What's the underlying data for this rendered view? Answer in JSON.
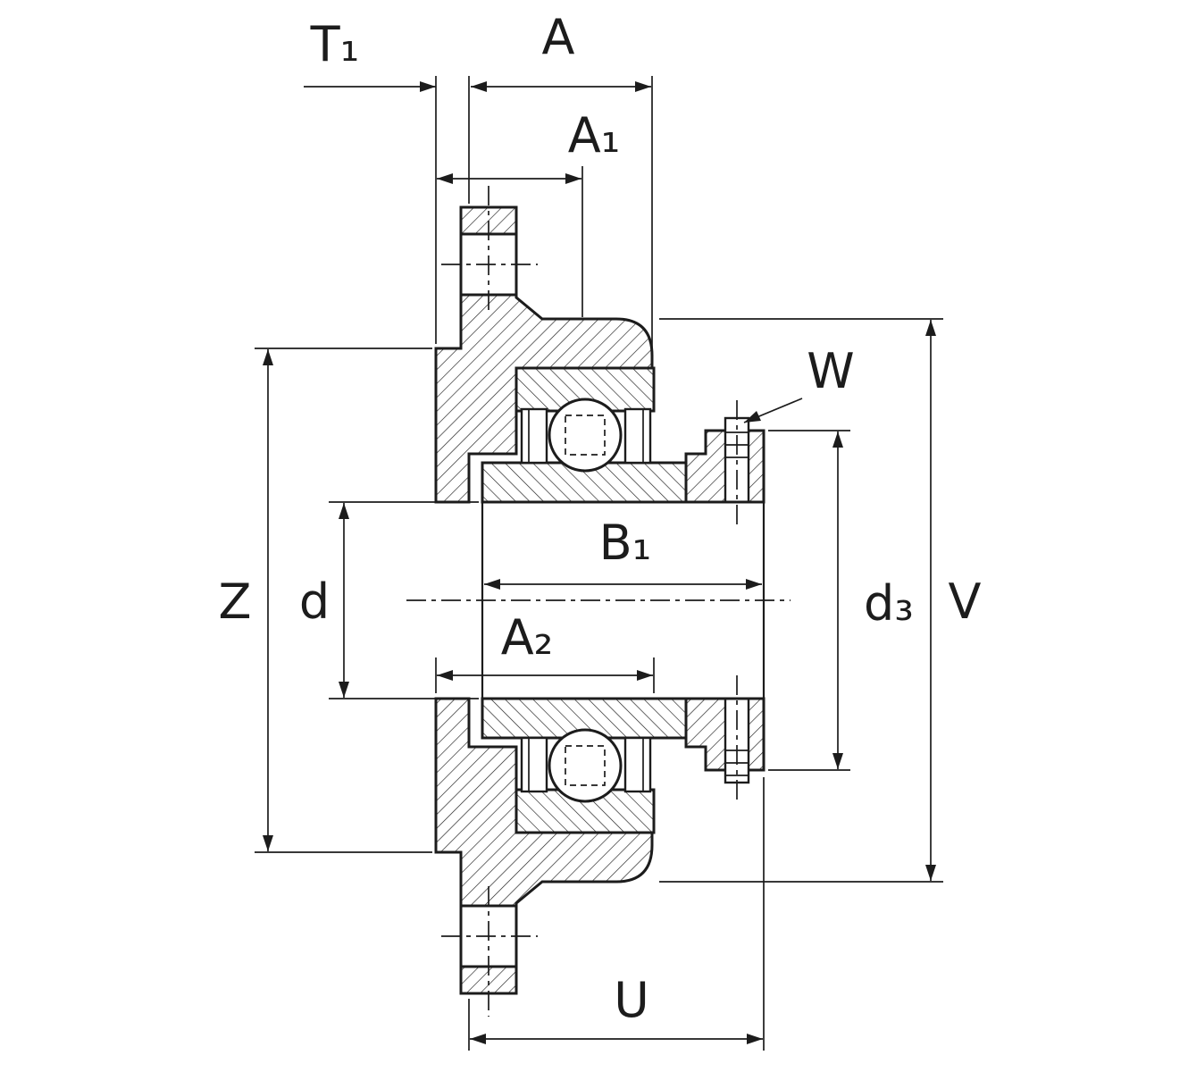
{
  "drawing": {
    "colors": {
      "line": "#1c1c1c",
      "background": "#ffffff"
    },
    "labels": {
      "t1": "T₁",
      "a": "A",
      "a1": "A₁",
      "w": "W",
      "z": "Z",
      "d": "d",
      "b1": "B₁",
      "a2": "A₂",
      "d3": "d₃",
      "v": "V",
      "u": "U"
    }
  }
}
